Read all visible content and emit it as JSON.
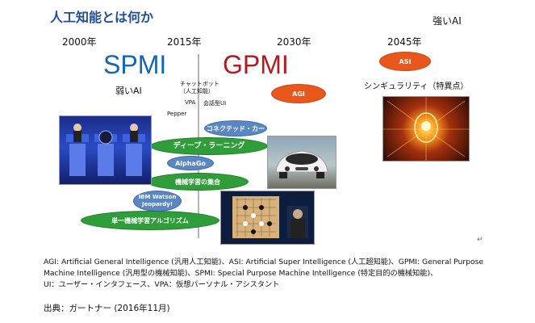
{
  "title": "人工知能とは何か",
  "strong_ai": "強いAI",
  "weak_ai": "弱いAI",
  "years": [
    "2000年",
    "2015年",
    "2030年",
    "2045年"
  ],
  "spmi": "SPMI",
  "gpmi": "GPMI",
  "chatbot": "チャットボット\n（人工知能）",
  "vpa": "VPA",
  "conversational_ui": "会話型UI",
  "pepper": "Pepper",
  "singularity": "シンギュラリティ（特異点）",
  "ellipses": {
    "asi": "ASI",
    "agi": "AGI",
    "connected_car": "コネクテッド・カー",
    "deep_learning": "ディープ・ラーニング",
    "alphago": "AlphaGo",
    "ml_collective": "機械学習の集合",
    "ibm_watson": "IBM Watson\nJeopardy!",
    "single_ml": "単一機械学習アルゴリズム"
  },
  "notes": [
    "AGI: Artificial General Intelligence (汎用人工知能)、ASI: Artificial Super Intelligence (人工超知能)、GPMI: General Purpose Machine Intelligence (汎用型の機械知能)、SPMI: Special Purpose Machine Intelligence (特定目的の機械知能)、",
    "UI：ユーザー・インタフェース、VPA：仮想パーソナル・アシスタント"
  ],
  "source": "出典：ガートナー (2016年11月)",
  "colors": {
    "title": "#1f4e9a",
    "spmi": "#1565b8",
    "gpmi": "#b01b22",
    "green": "#2f9e3a",
    "blue": "#5b86c4",
    "orange": "#e8581c"
  }
}
